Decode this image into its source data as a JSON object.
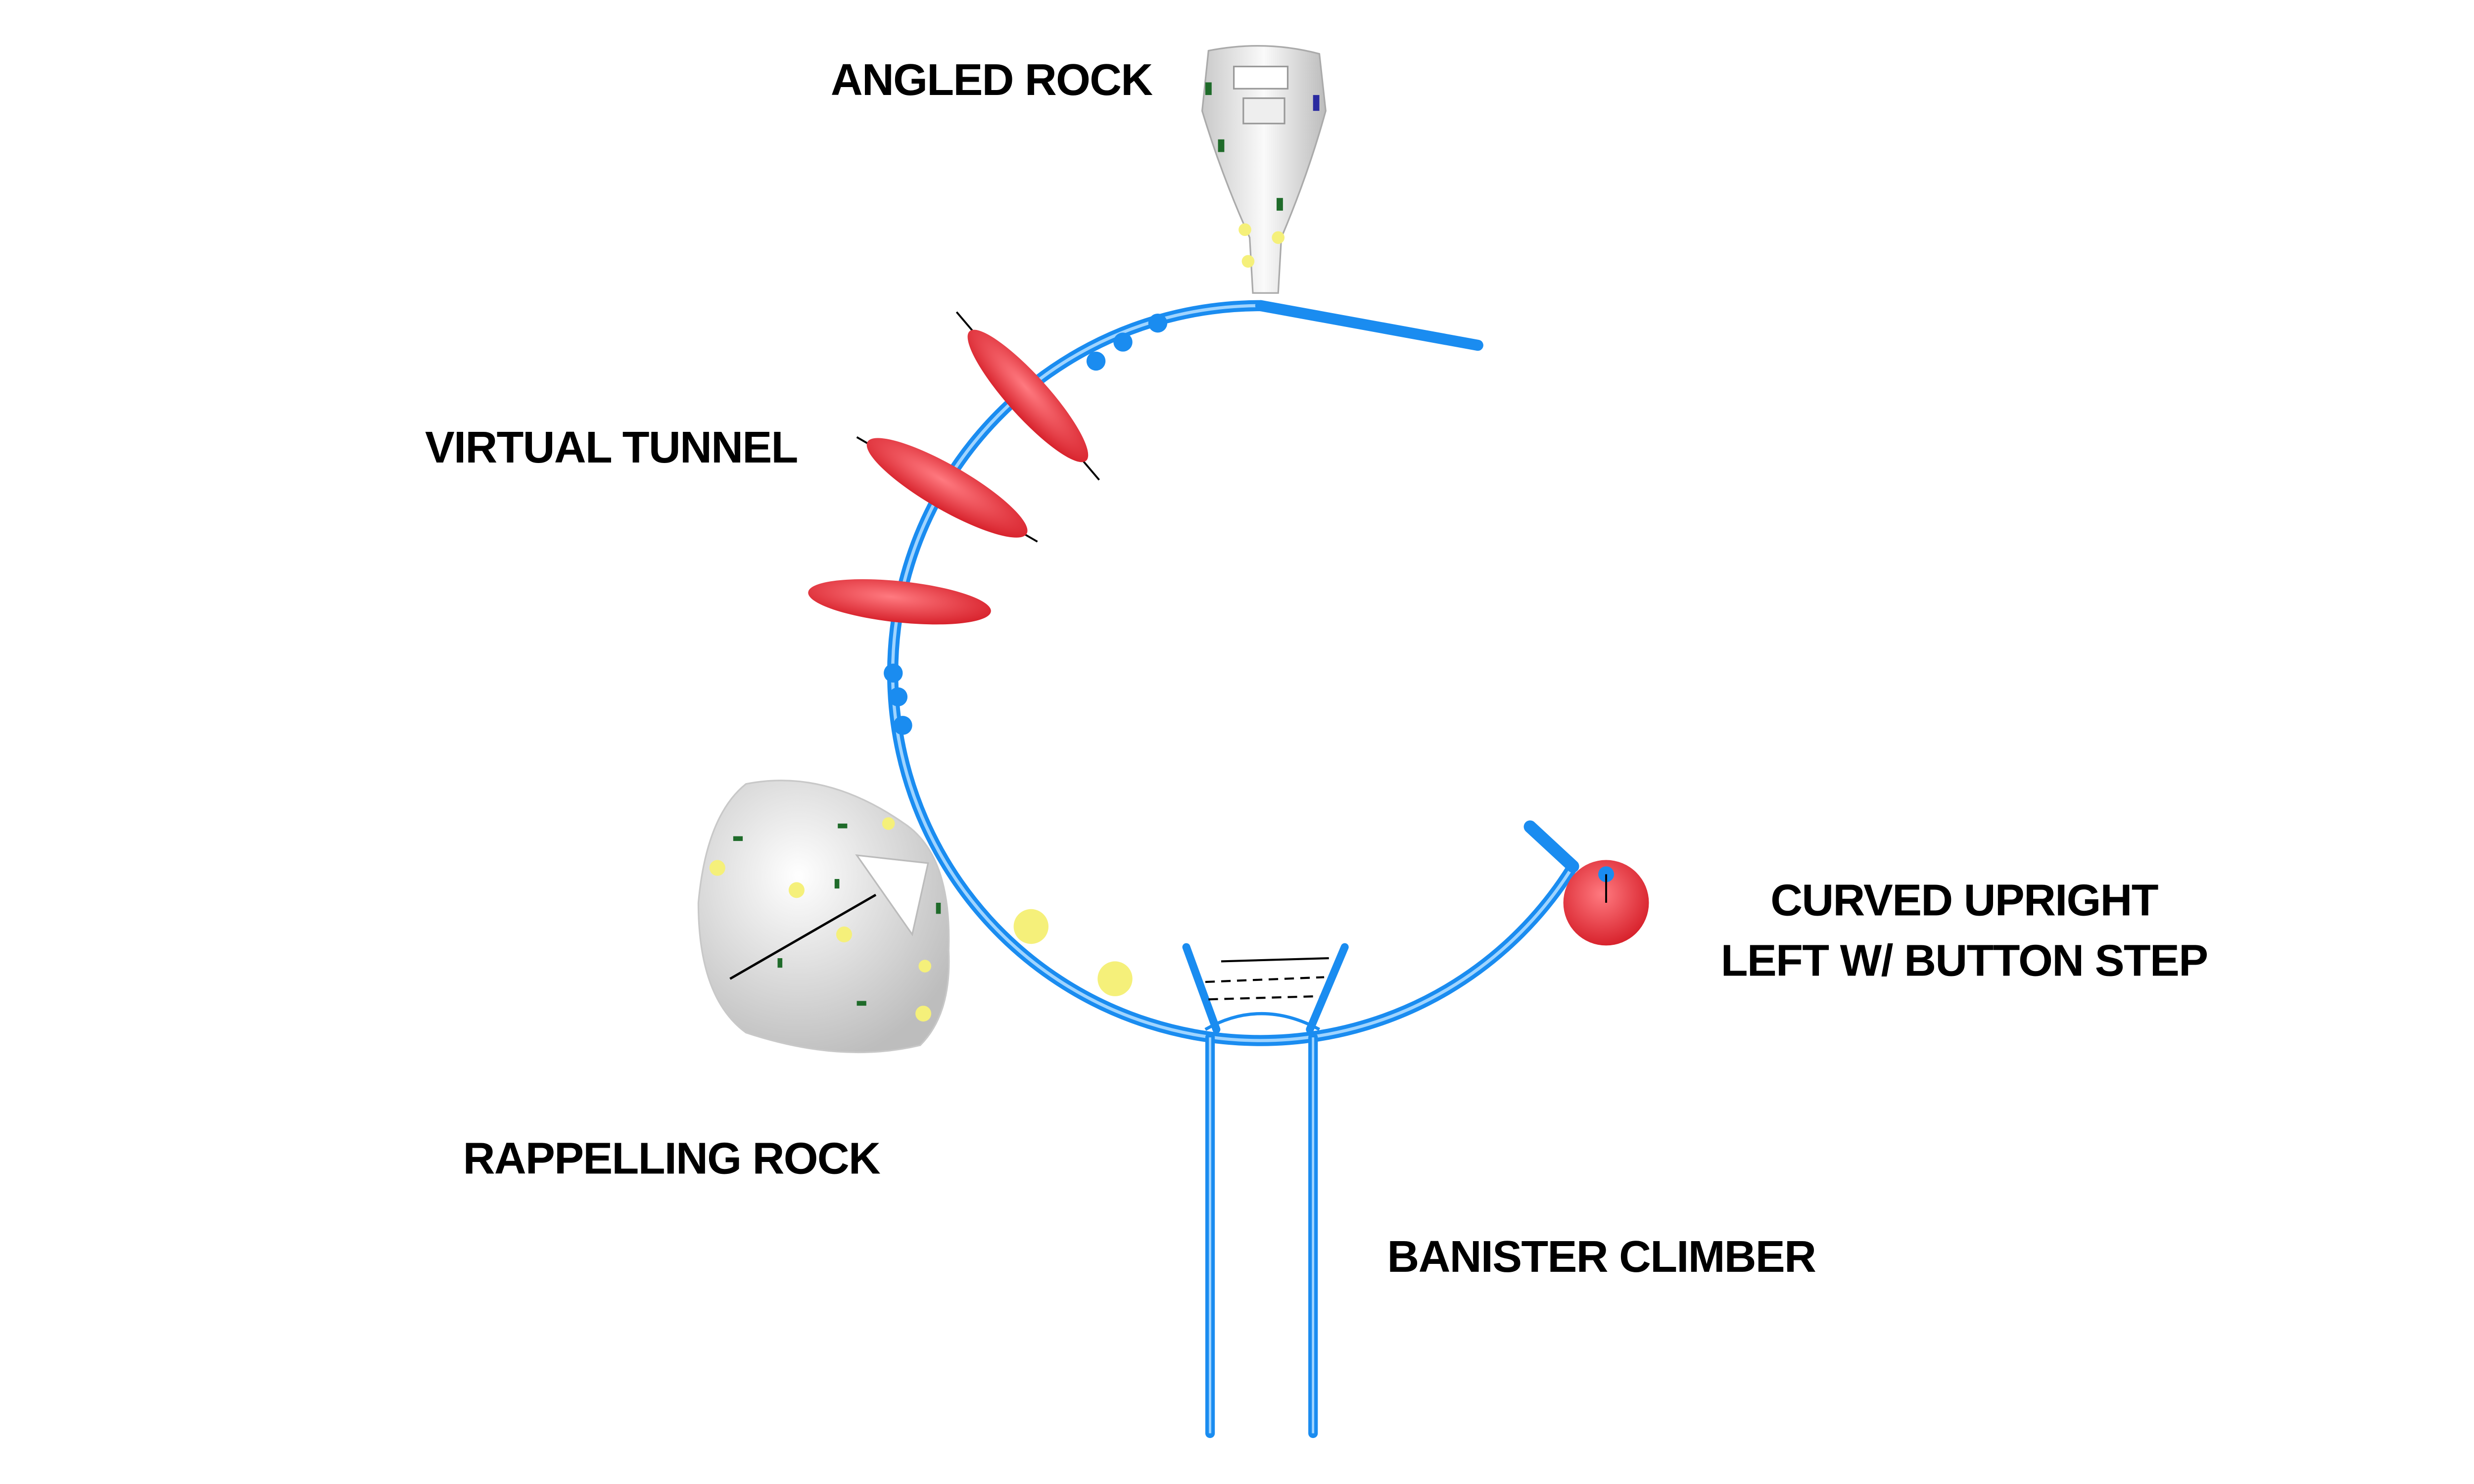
{
  "labels": {
    "angled_rock": "ANGLED ROCK",
    "virtual_tunnel": "VIRTUAL TUNNEL",
    "curved_upright_line1": "CURVED UPRIGHT",
    "curved_upright_line2": "LEFT W/ BUTTON STEP",
    "rappelling_rock": "RAPPELLING ROCK",
    "banister_climber": "BANISTER CLIMBER"
  },
  "colors": {
    "pipe": "#1a8cf0",
    "pipe_highlight": "#9fd4ff",
    "tunnel": "#f03c44",
    "button_step": "#e8323c",
    "rock": "#e4e4e4",
    "hold_yellow": "#f5f07a",
    "hold_green": "#1f6b2a"
  }
}
